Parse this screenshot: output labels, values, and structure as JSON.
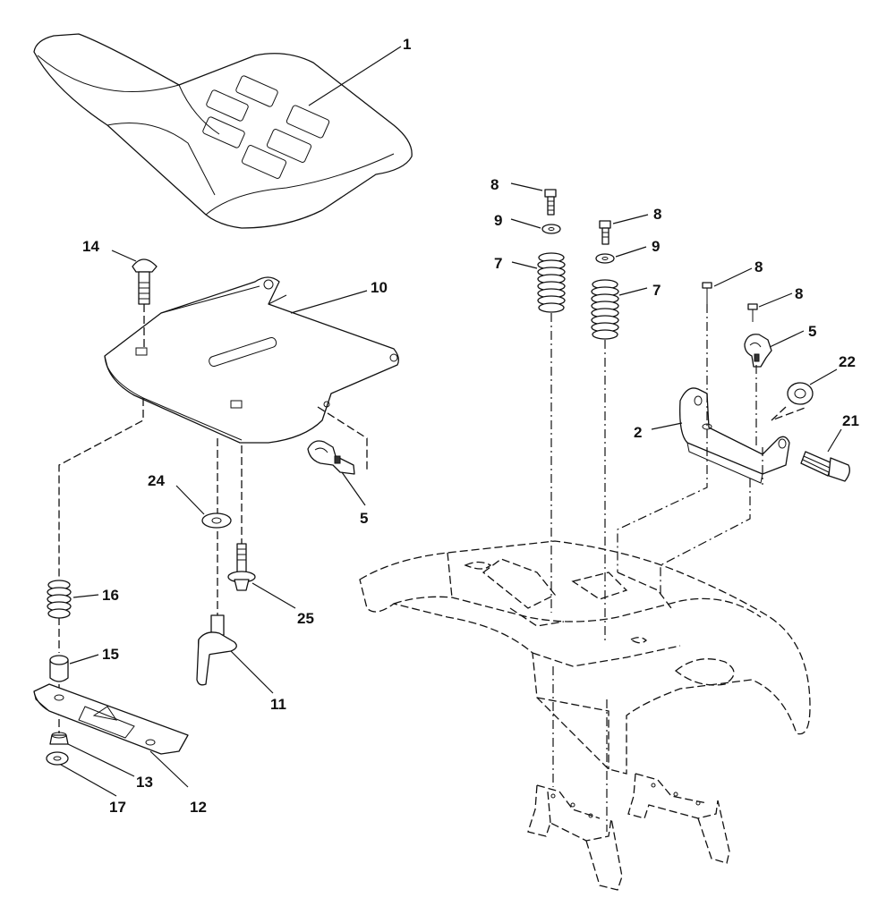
{
  "callouts": [
    {
      "id": "c1",
      "label": "1"
    },
    {
      "id": "c14",
      "label": "14"
    },
    {
      "id": "c10",
      "label": "10"
    },
    {
      "id": "c24",
      "label": "24"
    },
    {
      "id": "c5a",
      "label": "5"
    },
    {
      "id": "c25",
      "label": "25"
    },
    {
      "id": "c16",
      "label": "16"
    },
    {
      "id": "c15",
      "label": "15"
    },
    {
      "id": "c11",
      "label": "11"
    },
    {
      "id": "c13",
      "label": "13"
    },
    {
      "id": "c17",
      "label": "17"
    },
    {
      "id": "c12",
      "label": "12"
    },
    {
      "id": "c8a",
      "label": "8"
    },
    {
      "id": "c9a",
      "label": "9"
    },
    {
      "id": "c7a",
      "label": "7"
    },
    {
      "id": "c8b",
      "label": "8"
    },
    {
      "id": "c9b",
      "label": "9"
    },
    {
      "id": "c7b",
      "label": "7"
    },
    {
      "id": "c8c",
      "label": "8"
    },
    {
      "id": "c8d",
      "label": "8"
    },
    {
      "id": "c5b",
      "label": "5"
    },
    {
      "id": "c22",
      "label": "22"
    },
    {
      "id": "c2",
      "label": "2"
    },
    {
      "id": "c21",
      "label": "21"
    }
  ]
}
